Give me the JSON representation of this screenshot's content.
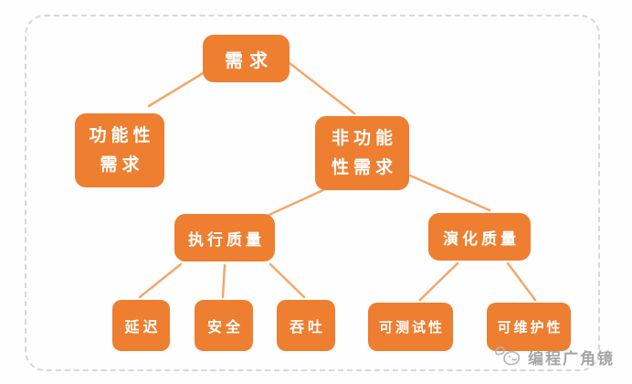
{
  "diagram": {
    "type": "tree",
    "nodes": {
      "root": {
        "label": "需求"
      },
      "functional": {
        "label": "功能性需求",
        "lines": [
          "功能性",
          "需求"
        ]
      },
      "non_functional": {
        "label": "非功能性需求",
        "lines": [
          "非功能",
          "性需求"
        ]
      },
      "execution_quality": {
        "label": "执行质量"
      },
      "evolution_quality": {
        "label": "演化质量"
      },
      "latency": {
        "label": "延迟"
      },
      "security": {
        "label": "安全"
      },
      "throughput": {
        "label": "吞吐"
      },
      "testability": {
        "label": "可测试性"
      },
      "maintainability": {
        "label": "可维护性"
      }
    },
    "edges": [
      {
        "from": "root",
        "to": "functional"
      },
      {
        "from": "root",
        "to": "non_functional"
      },
      {
        "from": "non_functional",
        "to": "execution_quality"
      },
      {
        "from": "non_functional",
        "to": "evolution_quality"
      },
      {
        "from": "execution_quality",
        "to": "latency"
      },
      {
        "from": "execution_quality",
        "to": "security"
      },
      {
        "from": "execution_quality",
        "to": "throughput"
      },
      {
        "from": "evolution_quality",
        "to": "testability"
      },
      {
        "from": "evolution_quality",
        "to": "maintainability"
      }
    ],
    "colors": {
      "node_fill": "#EE7E30",
      "node_text": "#FFFFFF",
      "connector": "#F5A76B",
      "frame_dash": "#D8D8D8",
      "watermark": "#A6A6A6",
      "background": "#FEFEFE"
    }
  },
  "watermark": {
    "text": "编程广角镜",
    "icon": "doodle-face-icon"
  }
}
